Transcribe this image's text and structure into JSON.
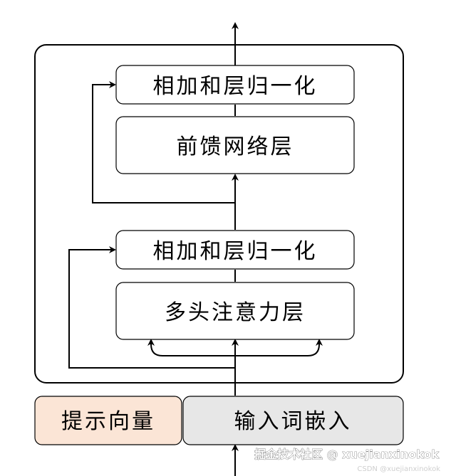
{
  "blocks": {
    "add_norm_top": "相加和层归一化",
    "ffn": "前馈网络层",
    "add_norm_bottom": "相加和层归一化",
    "mha": "多头注意力层"
  },
  "inputs": {
    "prompt": "提示向量",
    "token_embed": "输入词嵌入"
  },
  "colors": {
    "prompt_fill": "#fbe5d6",
    "embed_fill": "#e7e7e7",
    "stroke": "#000000"
  },
  "watermark": {
    "main": "掘金技术社区 @ xuejianxinokok",
    "sub": "CSDN @xuejianxinokok"
  }
}
